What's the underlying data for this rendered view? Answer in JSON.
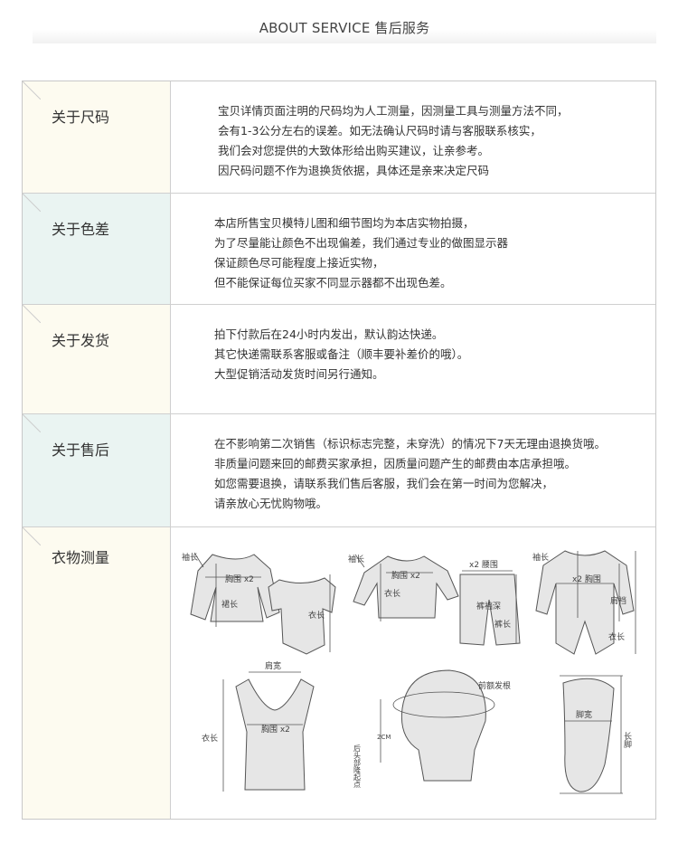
{
  "header": {
    "title": "ABOUT SERVICE 售后服务"
  },
  "sections": [
    {
      "label": "关于尺码",
      "lines": [
        "宝贝详情页面注明的尺码均为人工测量，因测量工具与测量方法不同，",
        "会有1-3公分左右的误差。如无法确认尺码时请与客服联系核实，",
        "我们会对您提供的大致体形给出购买建议，让亲参考。",
        "因尺码问题不作为退换货依据，具体还是亲来决定尺码"
      ]
    },
    {
      "label": "关于色差",
      "lines": [
        "本店所售宝贝模特儿图和细节图均为本店实物拍摄，",
        "为了尽量能让颜色不出现偏差，我们通过专业的做图显示器",
        "保证颜色尽可能程度上接近实物，",
        "但不能保证每位买家不同显示器都不出现色差。"
      ]
    },
    {
      "label": "关于发货",
      "lines": [
        "拍下付款后在24小时内发出，默认韵达快递。",
        "其它快递需联系客服或备注（顺丰要补差价的哦）。",
        "大型促销活动发货时间另行通知。"
      ]
    },
    {
      "label": "关于售后",
      "lines": [
        "在不影响第二次销售（标识标志完整，未穿洗）的情况下7天无理由退换货哦。",
        "非质量问题来回的邮费买家承担，因质量问题产生的邮费由本店承担哦。",
        "如您需要退换，请联系我们售后客服，我们会在第一时间为您解决，",
        "请亲放心无忧购物哦。"
      ]
    },
    {
      "label": "衣物测量"
    }
  ],
  "measure": {
    "dress": {
      "sleeve": "袖长",
      "chest": "胸围 x2",
      "skirt": "裙长"
    },
    "romper": {
      "length": "衣长"
    },
    "top2": {
      "sleeve": "袖长",
      "chest": "胸围 x2",
      "length": "衣长"
    },
    "pants": {
      "waist": "x2 腰围",
      "rise": "裤裆深",
      "length": "裤长"
    },
    "jumpsuit": {
      "sleeve": "袖长",
      "chest": "x2 胸围",
      "crotch": "肩裆",
      "length": "衣长"
    },
    "vest": {
      "shoulder": "肩宽",
      "chest": "胸围 x2",
      "length": "衣长"
    },
    "head": {
      "front": "前额发根",
      "back": "后头部隆起点",
      "gap": "2CM"
    },
    "foot": {
      "width": "脚宽",
      "length": "长脚"
    }
  }
}
